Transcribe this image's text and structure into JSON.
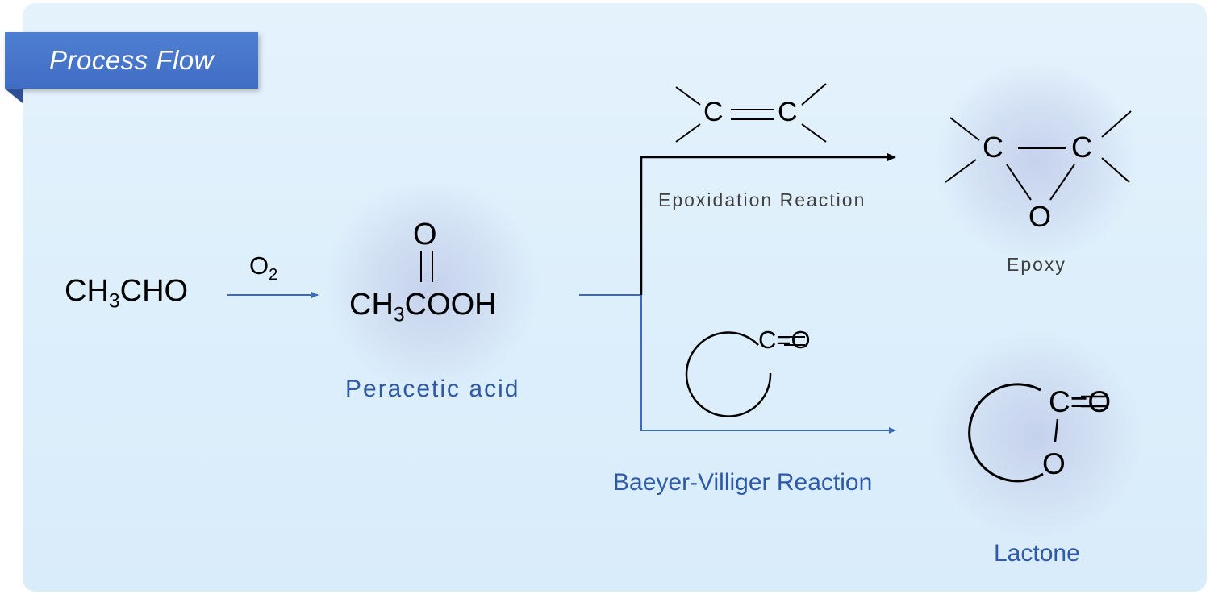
{
  "header": {
    "title": "Process Flow"
  },
  "reactant": {
    "formula_main": "CH",
    "formula_sub": "3",
    "formula_tail": "CHO"
  },
  "reagent": {
    "label_main": "O",
    "label_sub": "2"
  },
  "peracetic": {
    "carbonyl_o": "O",
    "formula_main": "CH",
    "formula_sub": "3",
    "formula_tail": "COOH",
    "name": "Peracetic acid"
  },
  "alkene": {
    "c1": "C",
    "c2": "C"
  },
  "epoxidation": {
    "label": "Epoxidation Reaction"
  },
  "epoxy": {
    "c1": "C",
    "c2": "C",
    "o": "O",
    "name": "Epoxy"
  },
  "ketone": {
    "group": "C=O"
  },
  "baeyer": {
    "label": "Baeyer-Villiger Reaction"
  },
  "lactone": {
    "c": "C=O",
    "o": "O",
    "name": "Lactone"
  },
  "colors": {
    "accent": "#3f6dc4",
    "text_blue": "#2f5aa8",
    "arrow_blue": "#3d68bb",
    "panel": "#deeffb"
  }
}
